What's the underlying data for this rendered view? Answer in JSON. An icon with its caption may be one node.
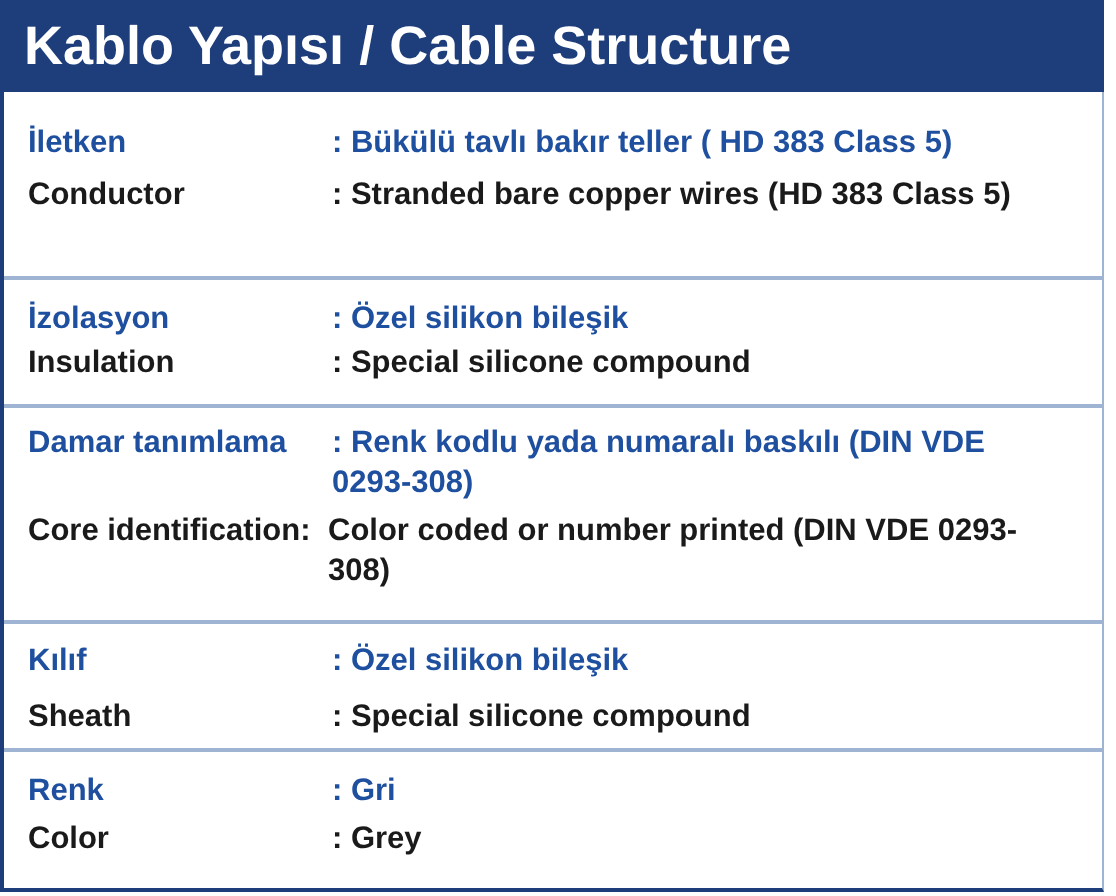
{
  "diagram": {
    "title": "Kablo Yapısı / Cable Structure",
    "labels": [
      "İletken",
      ": Bükülü tavlı bakır teller ( HD 383 Class 5)",
      "Conductor",
      ": Stranded bare copper wires (HD 383 Class 5)",
      "İzolasyon",
      ": Özel silikon bileşik",
      "Insulation",
      ": Special silicone compound",
      "Damar tanımlama",
      ": Renk kodlu yada numaralı baskılı (DIN VDE 0293-308)",
      "Core identification:",
      "Color coded or number printed (DIN VDE 0293-308)",
      "Kılıf",
      ": Özel silikon bileşik",
      "Sheath",
      ": Special silicone compound",
      "Renk",
      ": Gri",
      "Color",
      ": Grey"
    ]
  }
}
